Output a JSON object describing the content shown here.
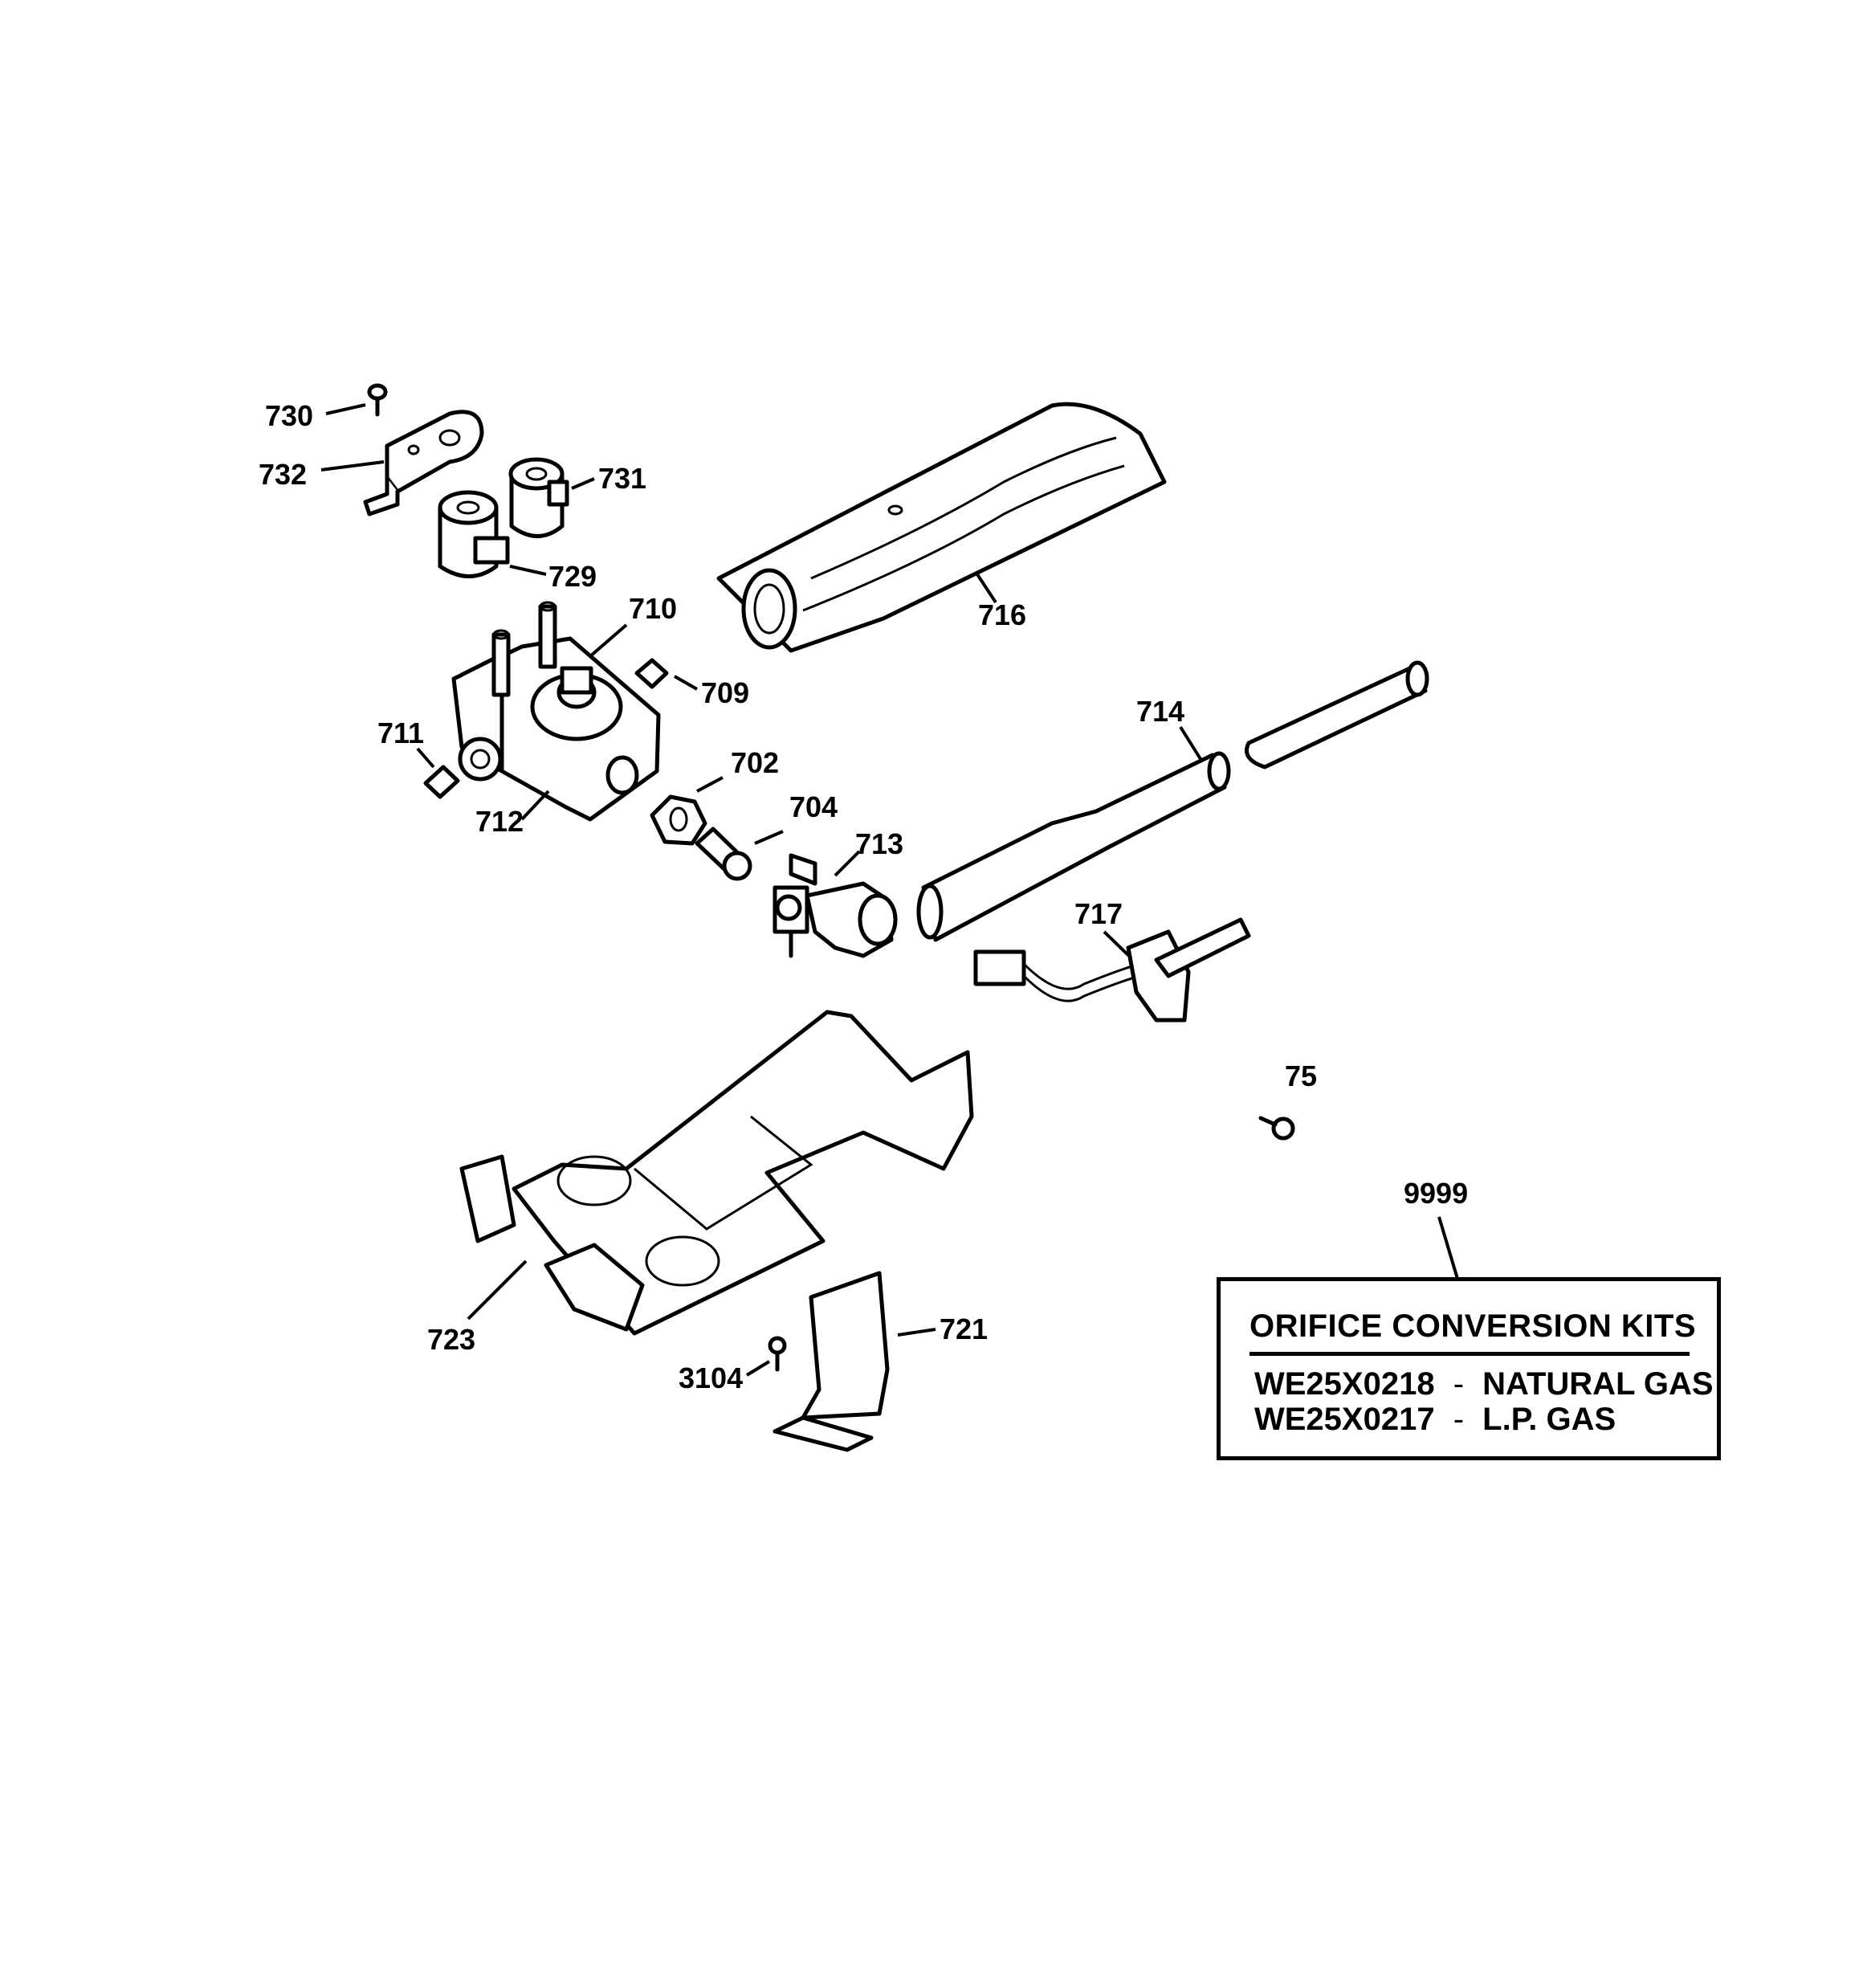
{
  "callouts": {
    "c730": "730",
    "c732": "732",
    "c731": "731",
    "c729": "729",
    "c710": "710",
    "c709": "709",
    "c716": "716",
    "c711": "711",
    "c712": "712",
    "c702": "702",
    "c704": "704",
    "c713": "713",
    "c714": "714",
    "c717": "717",
    "c75": "75",
    "c9999": "9999",
    "c723": "723",
    "c721": "721",
    "c3104": "3104"
  },
  "kit_box": {
    "title": "ORIFICE CONVERSION KITS",
    "rows": [
      {
        "part": "WE25X0218",
        "sep": "-",
        "desc": "NATURAL GAS"
      },
      {
        "part": "WE25X0217",
        "sep": "-",
        "desc": "L.P. GAS"
      }
    ]
  },
  "colors": {
    "line": "#000000",
    "background": "#ffffff"
  }
}
